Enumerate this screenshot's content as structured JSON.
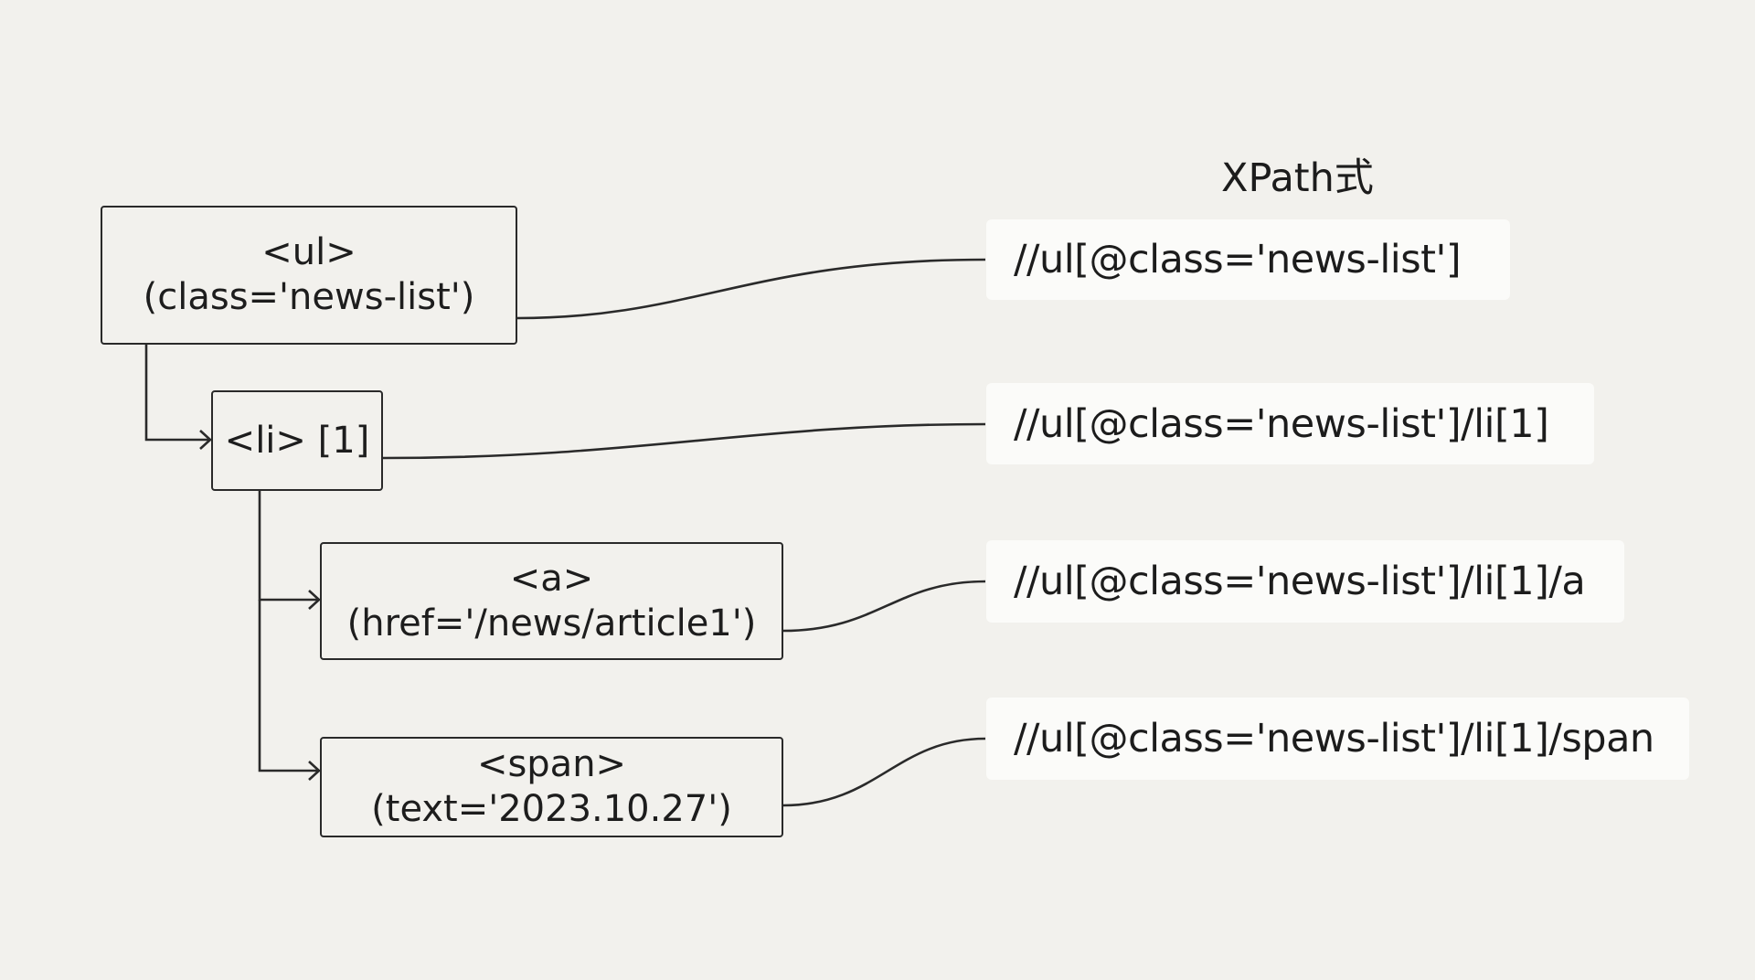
{
  "column_title": "XPath式",
  "nodes": {
    "ul": {
      "tag": "<ul>",
      "attr": "(class='news-list')"
    },
    "li": {
      "tag": "<li> [1]"
    },
    "a": {
      "tag": "<a>",
      "attr": "(href='/news/article1')"
    },
    "span": {
      "tag": "<span>",
      "attr": "(text='2023.10.27')"
    }
  },
  "xpaths": [
    "//ul[@class='news-list']",
    "//ul[@class='news-list']/li[1]",
    "//ul[@class='news-list']/li[1]/a",
    "//ul[@class='news-list']/li[1]/span"
  ],
  "colors": {
    "background": "#f2f1ed",
    "line": "#2a2a2a",
    "xpath_box": "#fbfbf9"
  }
}
